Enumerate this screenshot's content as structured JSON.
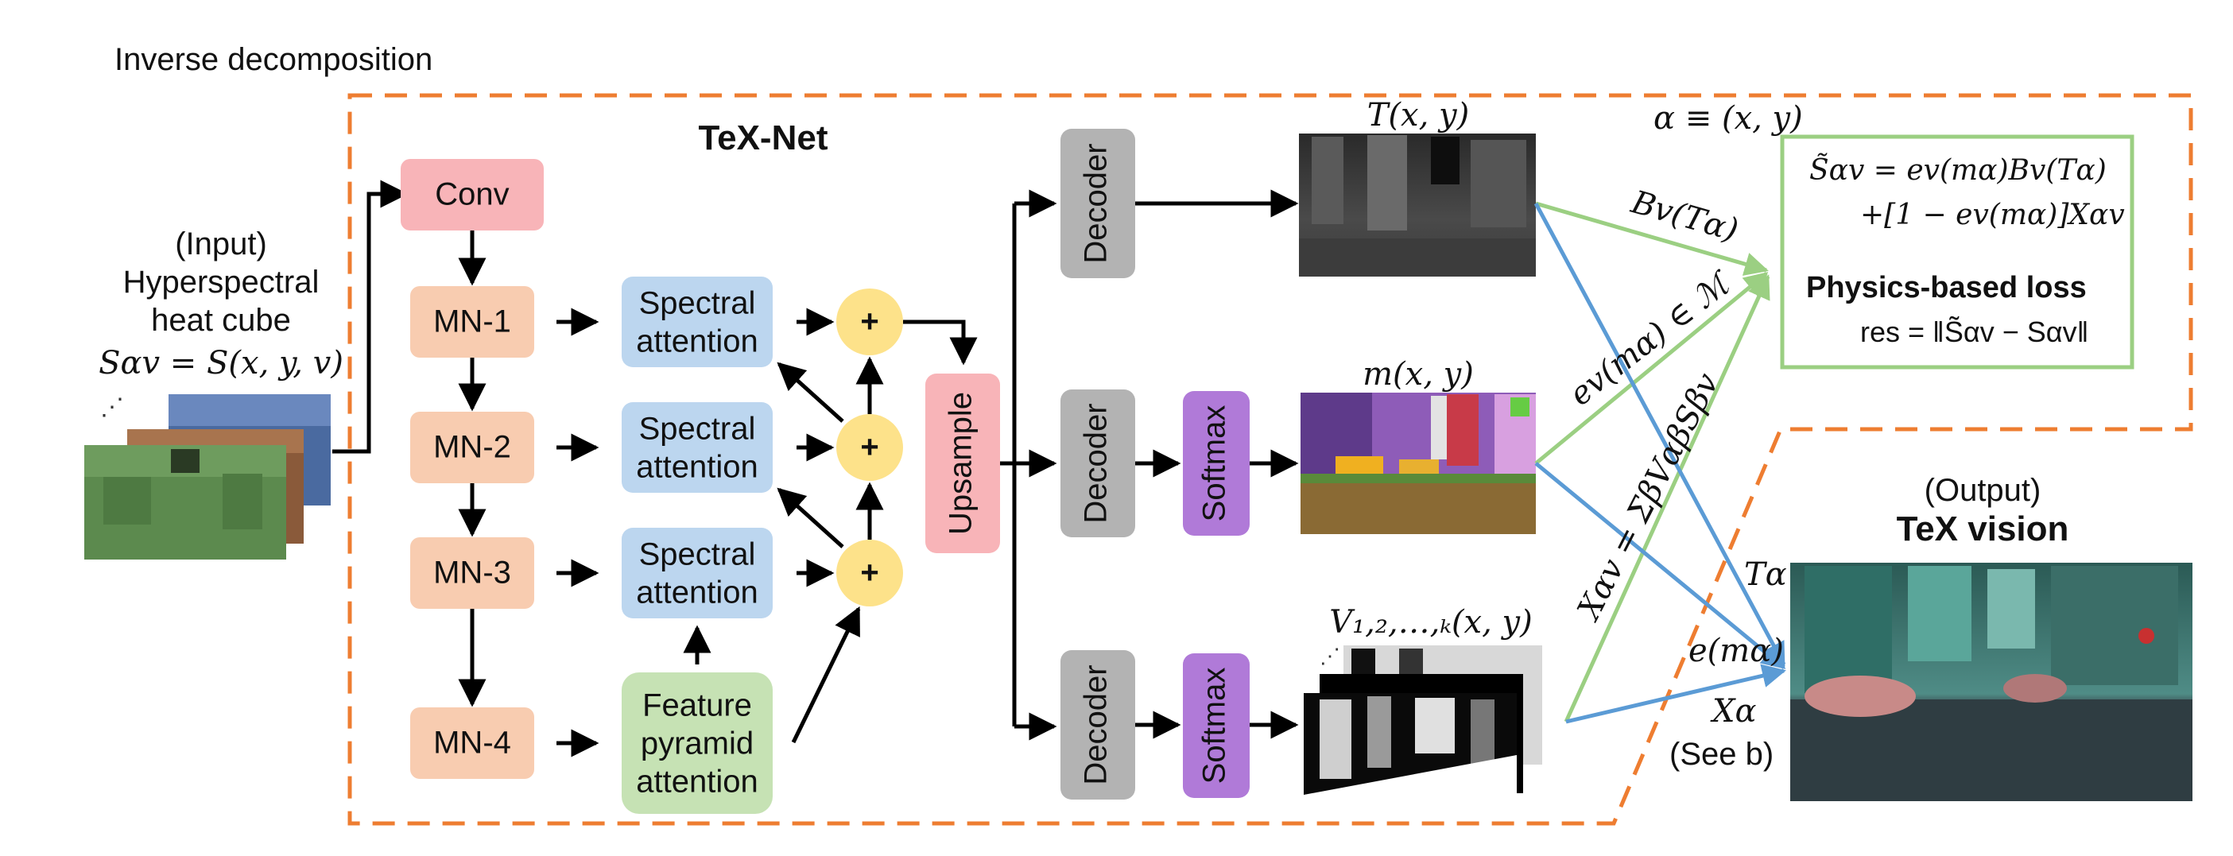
{
  "section_title": "Inverse decomposition",
  "network_title": "TeX-Net",
  "input": {
    "line1": "(Input)",
    "line2": "Hyperspectral",
    "line3": "heat cube",
    "formula": "Sαv = S(x, y, v)"
  },
  "encoder": {
    "conv": "Conv",
    "mn": [
      "MN-1",
      "MN-2",
      "MN-3",
      "MN-4"
    ]
  },
  "attention": {
    "spectral": [
      {
        "line1": "Spectral",
        "line2": "attention"
      },
      {
        "line1": "Spectral",
        "line2": "attention"
      },
      {
        "line1": "Spectral",
        "line2": "attention"
      }
    ],
    "fpa": {
      "line1": "Feature",
      "line2": "pyramid",
      "line3": "attention"
    }
  },
  "plus_symbol": "+",
  "upsample": "Upsample",
  "decoders": [
    "Decoder",
    "Decoder",
    "Decoder"
  ],
  "softmax": [
    "Softmax",
    "Softmax"
  ],
  "maps": {
    "temperature": "T(x, y)",
    "material": "m(x, y)",
    "texture": "V₁,₂,…,ₖ(x, y)"
  },
  "alpha_def": "α ≡ (x, y)",
  "edge_labels": {
    "planck": "Bv(Tα)",
    "emissivity": "ev(mα) ∈ ℳ",
    "environment": "Xαv = ΣβVαβSβv",
    "t_alpha": "Tα",
    "e_m_alpha": "e(mα)",
    "x_alpha": "Xα",
    "see_b": "(See b)"
  },
  "physics": {
    "eq_line1": "S̃αv = ev(mα)Bv(Tα)",
    "eq_line2": "+[1 − ev(mα)]Xαv",
    "loss_title": "Physics-based loss",
    "loss_formula": "res = ‖S̃αv − Sαv‖"
  },
  "output": {
    "line1": "(Output)",
    "line2": "TeX vision"
  },
  "colors": {
    "frame_orange": "#ee7d31",
    "conv_pink": "#f8b4b8",
    "mn_peach": "#f8ccb0",
    "spectral_blue": "#bcd6ef",
    "fpa_green": "#c6e2b4",
    "plus_yellow": "#fde28a",
    "upsample_pink": "#f8b4b8",
    "decoder_gray": "#b3b3b3",
    "softmax_purple": "#b07ad8",
    "physics_green": "#9bcf82",
    "arrow_green": "#9bcf82",
    "arrow_blue": "#5b9bd5"
  }
}
